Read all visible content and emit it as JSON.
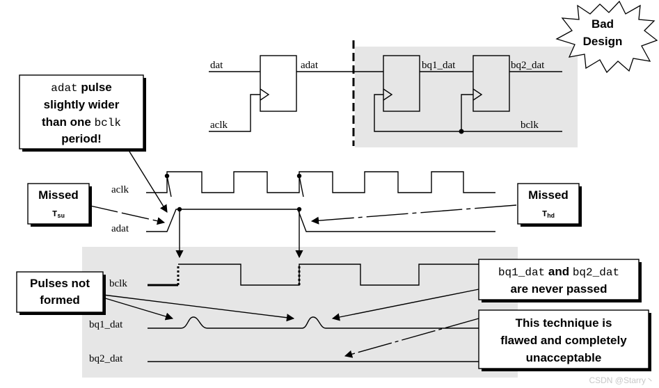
{
  "badge": {
    "line1": "Bad",
    "line2": "Design"
  },
  "circuit": {
    "dat": "dat",
    "aclk": "aclk",
    "adat": "adat",
    "bq1_dat": "bq1_dat",
    "bq2_dat": "bq2_dat",
    "bclk": "bclk"
  },
  "waves": {
    "aclk": "aclk",
    "adat": "adat",
    "bclk": "bclk",
    "bq1_dat": "bq1_dat",
    "bq2_dat": "bq2_dat"
  },
  "callouts": {
    "pulse": {
      "code1": "adat",
      "text1": " pulse",
      "line2": "slightly wider",
      "line3a": "than one ",
      "code3": "bclk",
      "line4": "period!"
    },
    "missed_tsu": {
      "title": "Missed",
      "t": "T",
      "sub": "su"
    },
    "missed_thd": {
      "title": "Missed",
      "t": "T",
      "sub": "hd"
    },
    "pulses": {
      "line1": "Pulses not",
      "line2": "formed"
    },
    "never": {
      "code1": "bq1_dat",
      "mid": " and ",
      "code2": "bq2_dat",
      "line2": "are never passed"
    },
    "flawed": {
      "line1": "This technique is",
      "line2": "flawed and completely",
      "line3": "unacceptable"
    }
  },
  "watermark": "CSDN @Starry丶"
}
